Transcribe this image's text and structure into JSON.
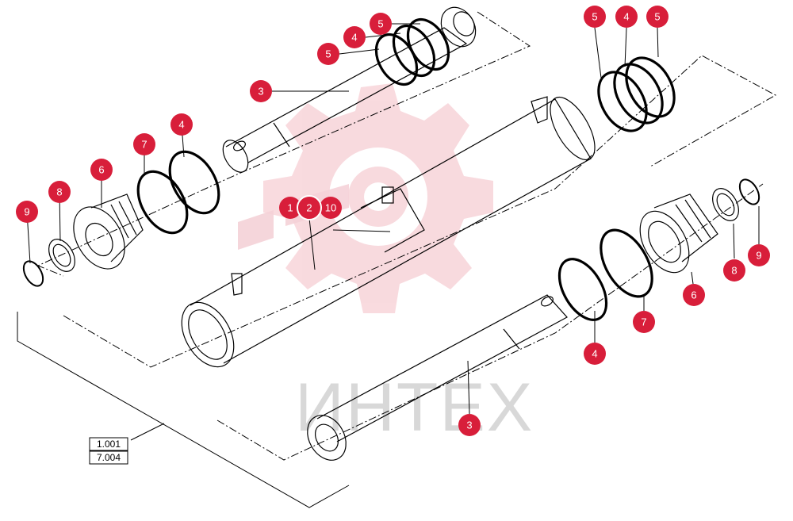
{
  "watermark": {
    "text": "ИНТЕХ",
    "color": "#d81e3a"
  },
  "callout_color": "#d81e3a",
  "callouts": {
    "c1": "1",
    "c2": "2",
    "c10": "10",
    "c3_top": "3",
    "c3_bottom": "3",
    "c4_top_ring": "4",
    "c4_left": "4",
    "c4_right_top": "4",
    "c4_bottom": "4",
    "c5_top_a": "5",
    "c5_top_b": "5",
    "c5_right_a": "5",
    "c5_right_b": "5",
    "c6_left": "6",
    "c6_right": "6",
    "c7_left": "7",
    "c7_right": "7",
    "c8_left": "8",
    "c8_right": "8",
    "c9_left": "9",
    "c9_right": "9"
  },
  "ref_boxes": [
    "1.001",
    "7.004"
  ]
}
